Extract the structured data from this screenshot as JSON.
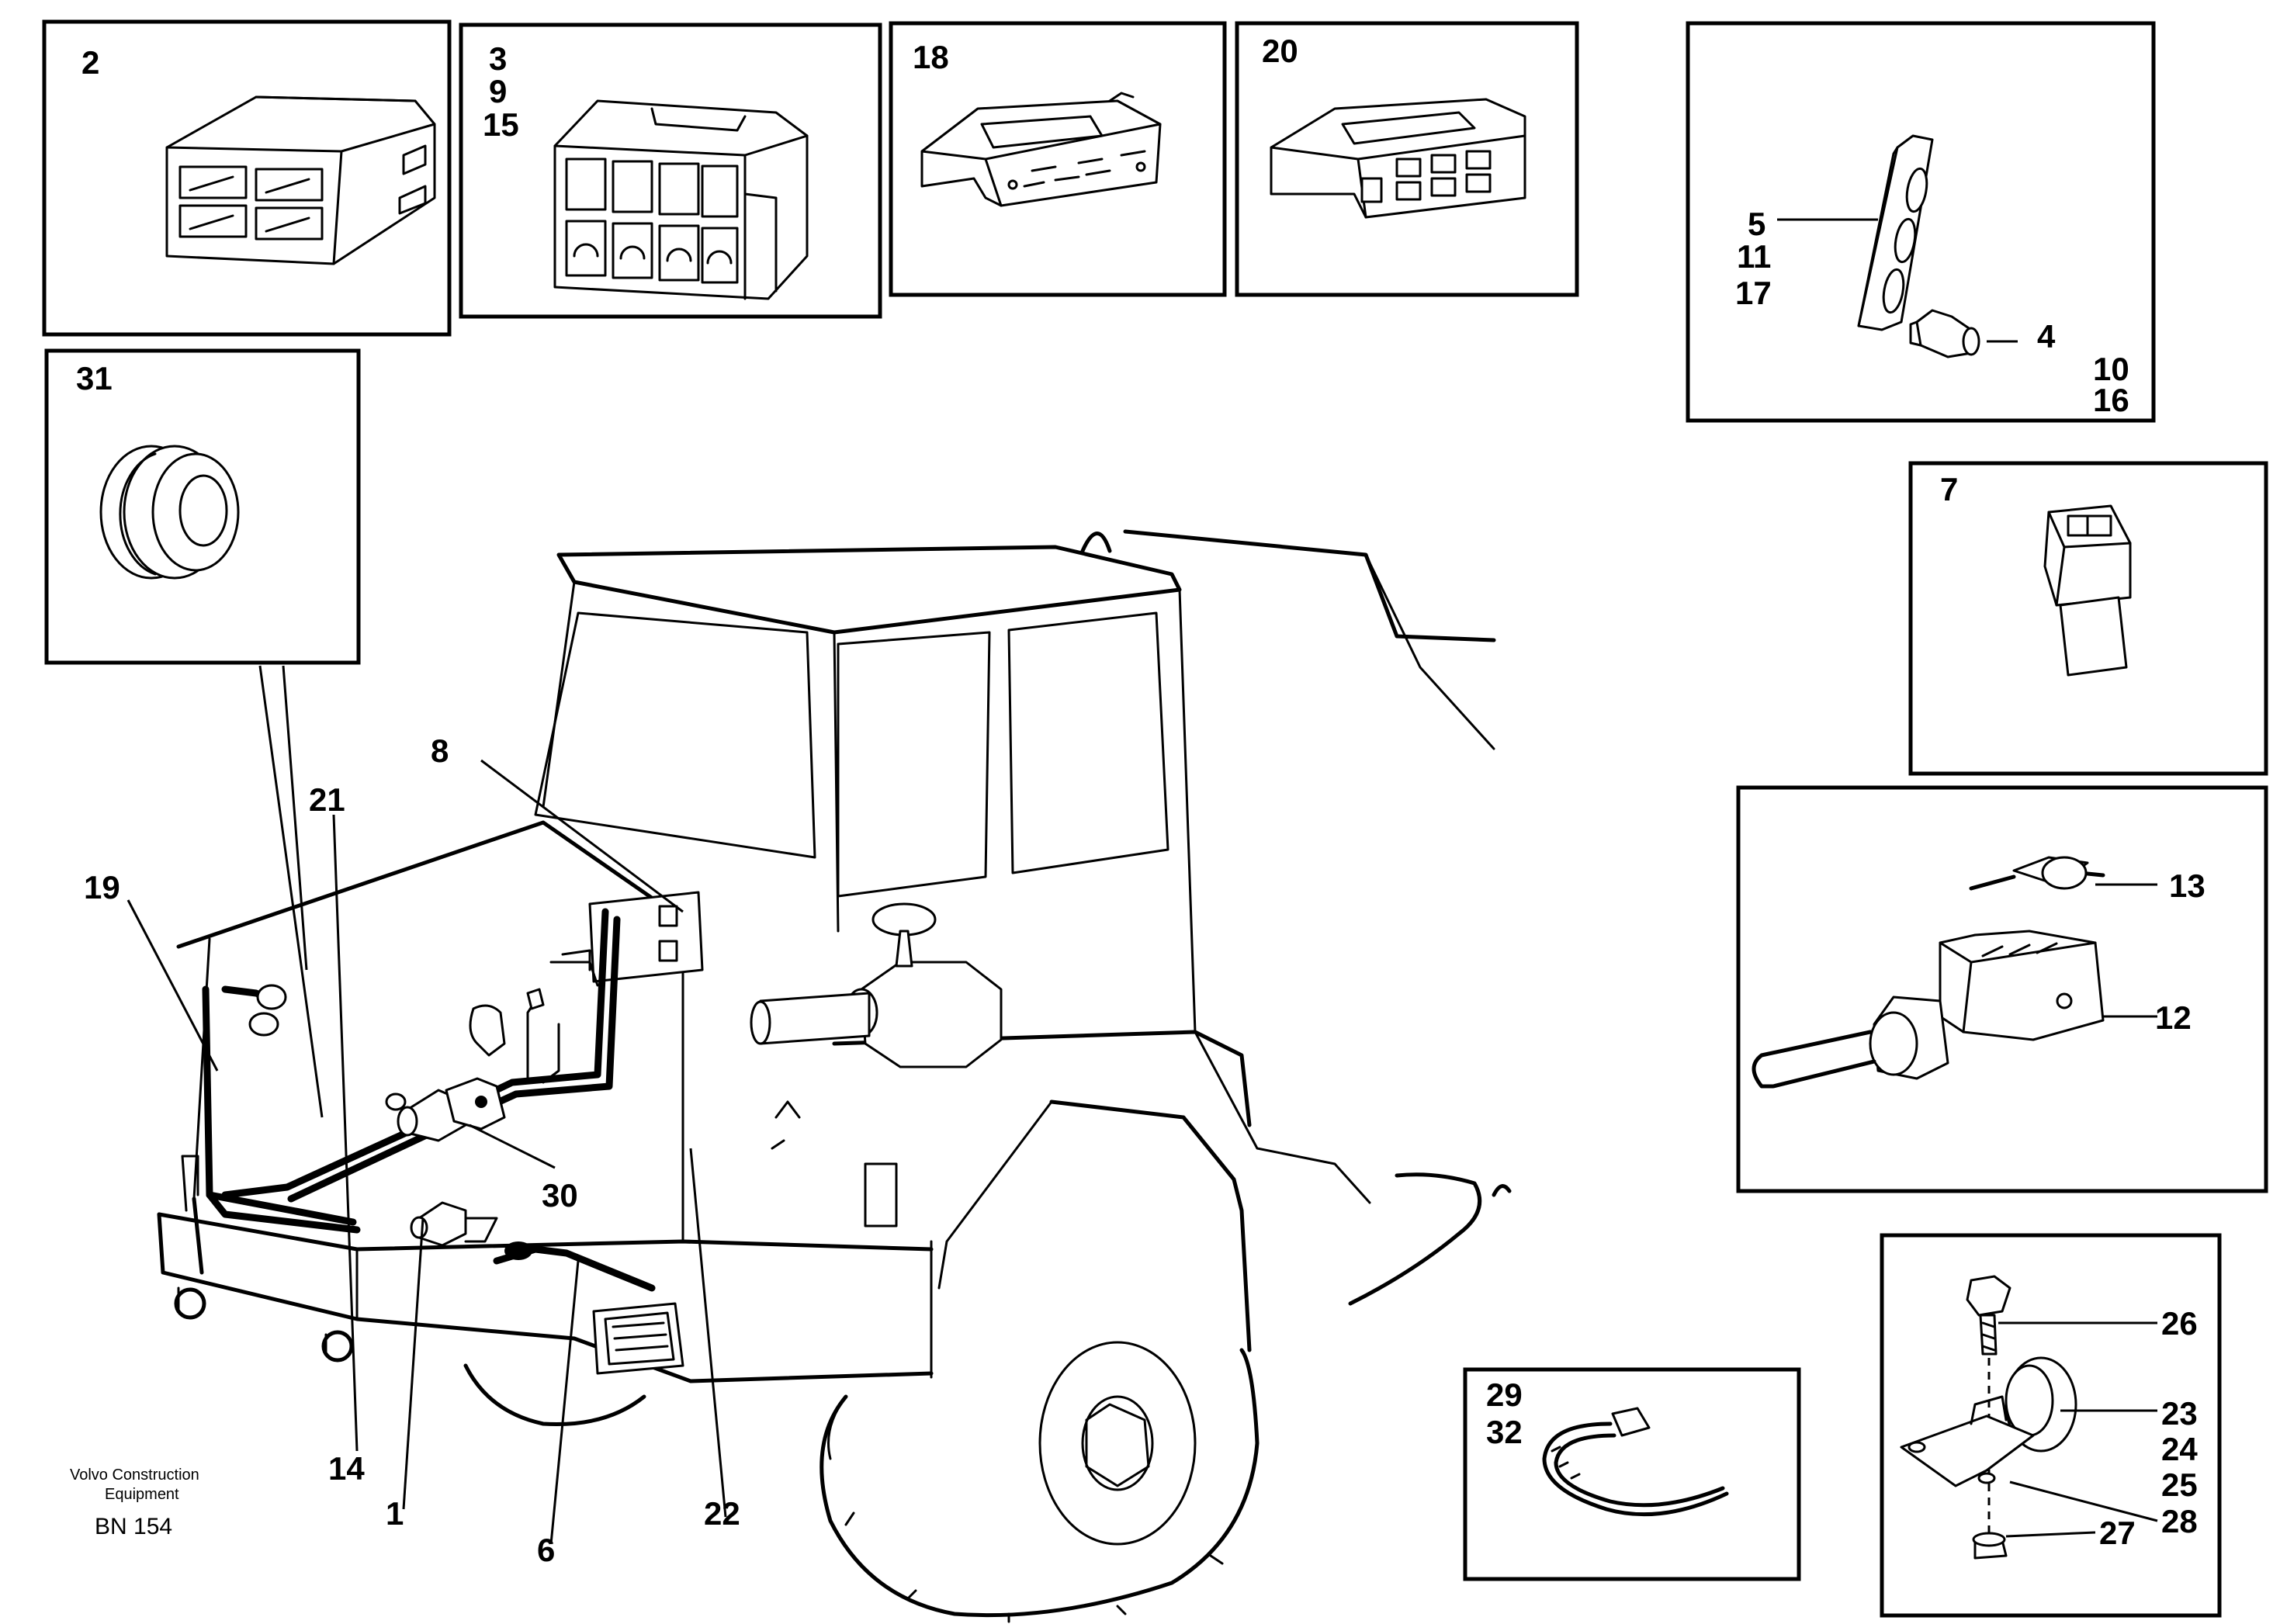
{
  "labels": {
    "n1": "1",
    "n2": "2",
    "n3": "3",
    "n4": "4",
    "n5": "5",
    "n6": "6",
    "n7": "7",
    "n8": "8",
    "n9": "9",
    "n10": "10",
    "n11": "11",
    "n12": "12",
    "n13": "13",
    "n14": "14",
    "n15": "15",
    "n16": "16",
    "n17": "17",
    "n18": "18",
    "n19": "19",
    "n20": "20",
    "n21": "21",
    "n22": "22",
    "n23": "23",
    "n24": "24",
    "n25": "25",
    "n26": "26",
    "n27": "27",
    "n28": "28",
    "n29": "29",
    "n30": "30",
    "n31": "31",
    "n32": "32"
  },
  "footer": {
    "company_line1": "Volvo Construction",
    "company_line2": "Equipment",
    "code": "BN 154"
  }
}
